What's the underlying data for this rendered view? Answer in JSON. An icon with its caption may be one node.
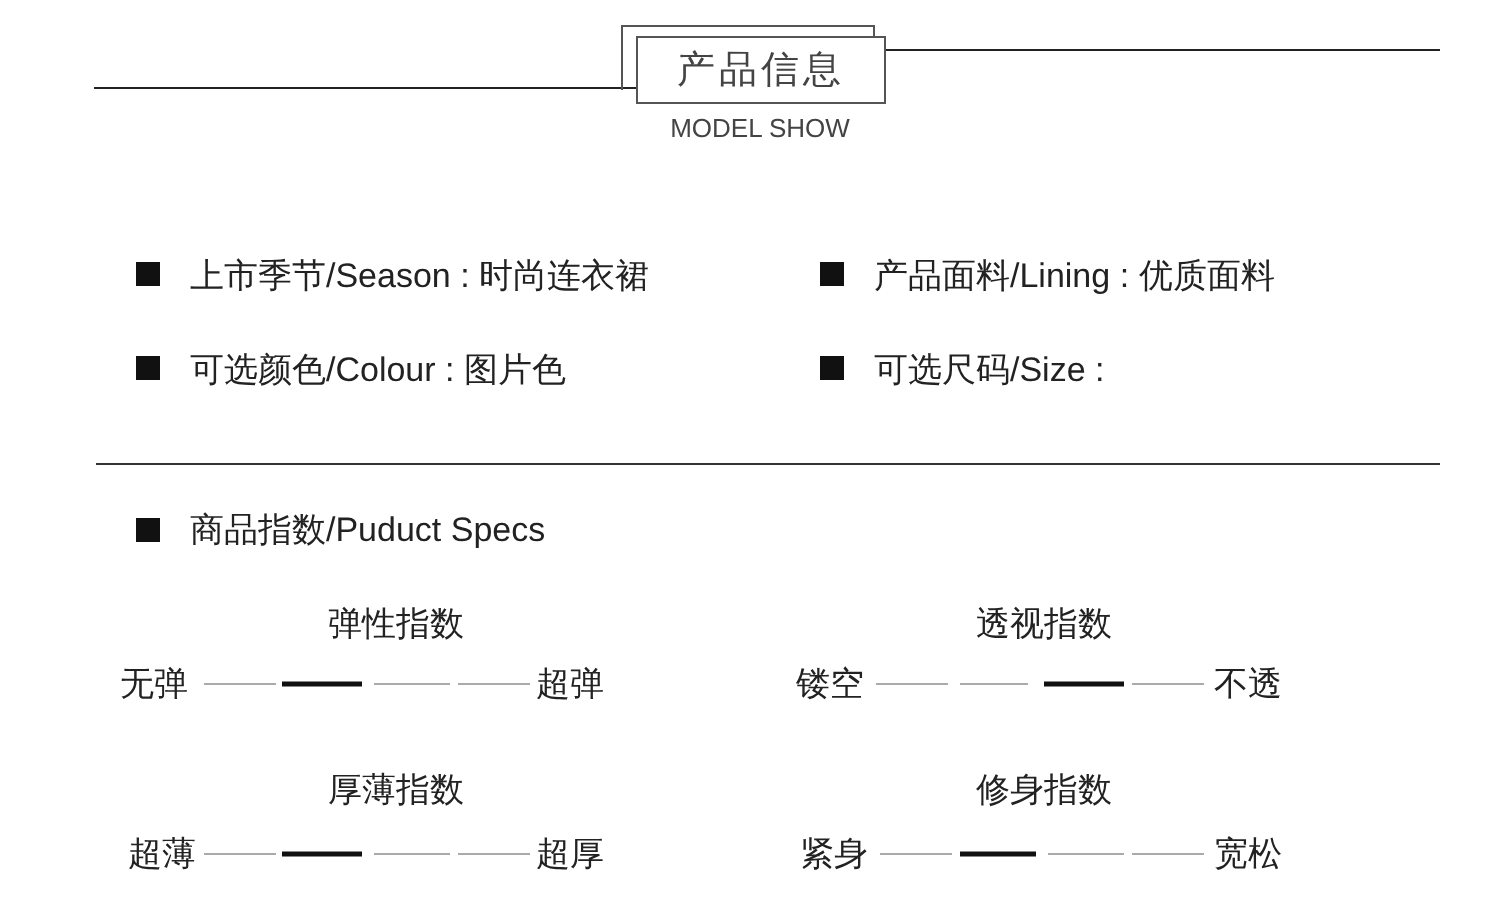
{
  "diagram": {
    "nodes": [
      {
        "text": [
          "产品信息"
        ]
      }
    ],
    "labels": [
      "MODEL SHOW",
      "上市季节/Season : 时尚连衣裙",
      "产品面料/Lining : 优质面料",
      "可选颜色/Colour :  图片色",
      "可选尺码/Size :",
      "商品指数/Puduct Specs",
      "弹性指数",
      "透视指数",
      "无弹",
      "超弹",
      "镂空",
      "不透",
      "厚薄指数",
      "修身指数",
      "超薄",
      "超厚",
      "紧身",
      "宽松"
    ]
  }
}
